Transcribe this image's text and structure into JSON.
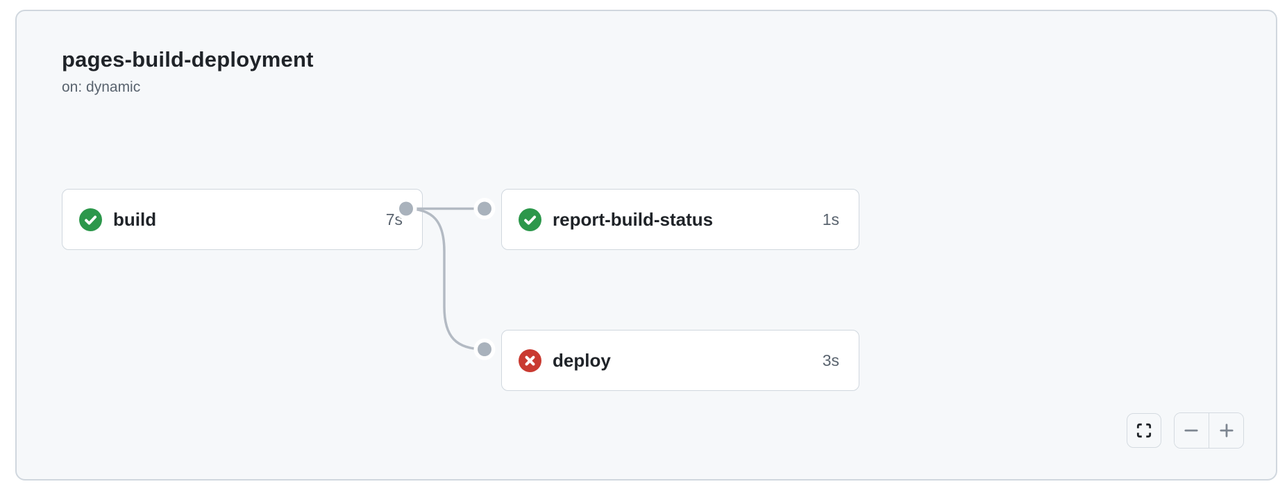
{
  "workflow": {
    "title": "pages-build-deployment",
    "trigger": "on: dynamic"
  },
  "jobs": [
    {
      "label": "build",
      "duration": "7s",
      "status": "success"
    },
    {
      "label": "report-build-status",
      "duration": "1s",
      "status": "success"
    },
    {
      "label": "deploy",
      "duration": "3s",
      "status": "failure"
    }
  ],
  "edges": [
    {
      "from": "build",
      "to": "report-build-status"
    },
    {
      "from": "build",
      "to": "deploy"
    }
  ],
  "controls": {
    "fullscreen_icon": "screen-full-icon",
    "zoom_out_icon": "minus-icon",
    "zoom_in_icon": "plus-icon"
  },
  "colors": {
    "success": "#2c974b",
    "danger": "#c93a31",
    "edge": "#afb8c1",
    "panel_background": "#f6f8fa",
    "border": "#d0d7de",
    "text_primary": "#1f2328",
    "text_secondary": "#59636e"
  }
}
